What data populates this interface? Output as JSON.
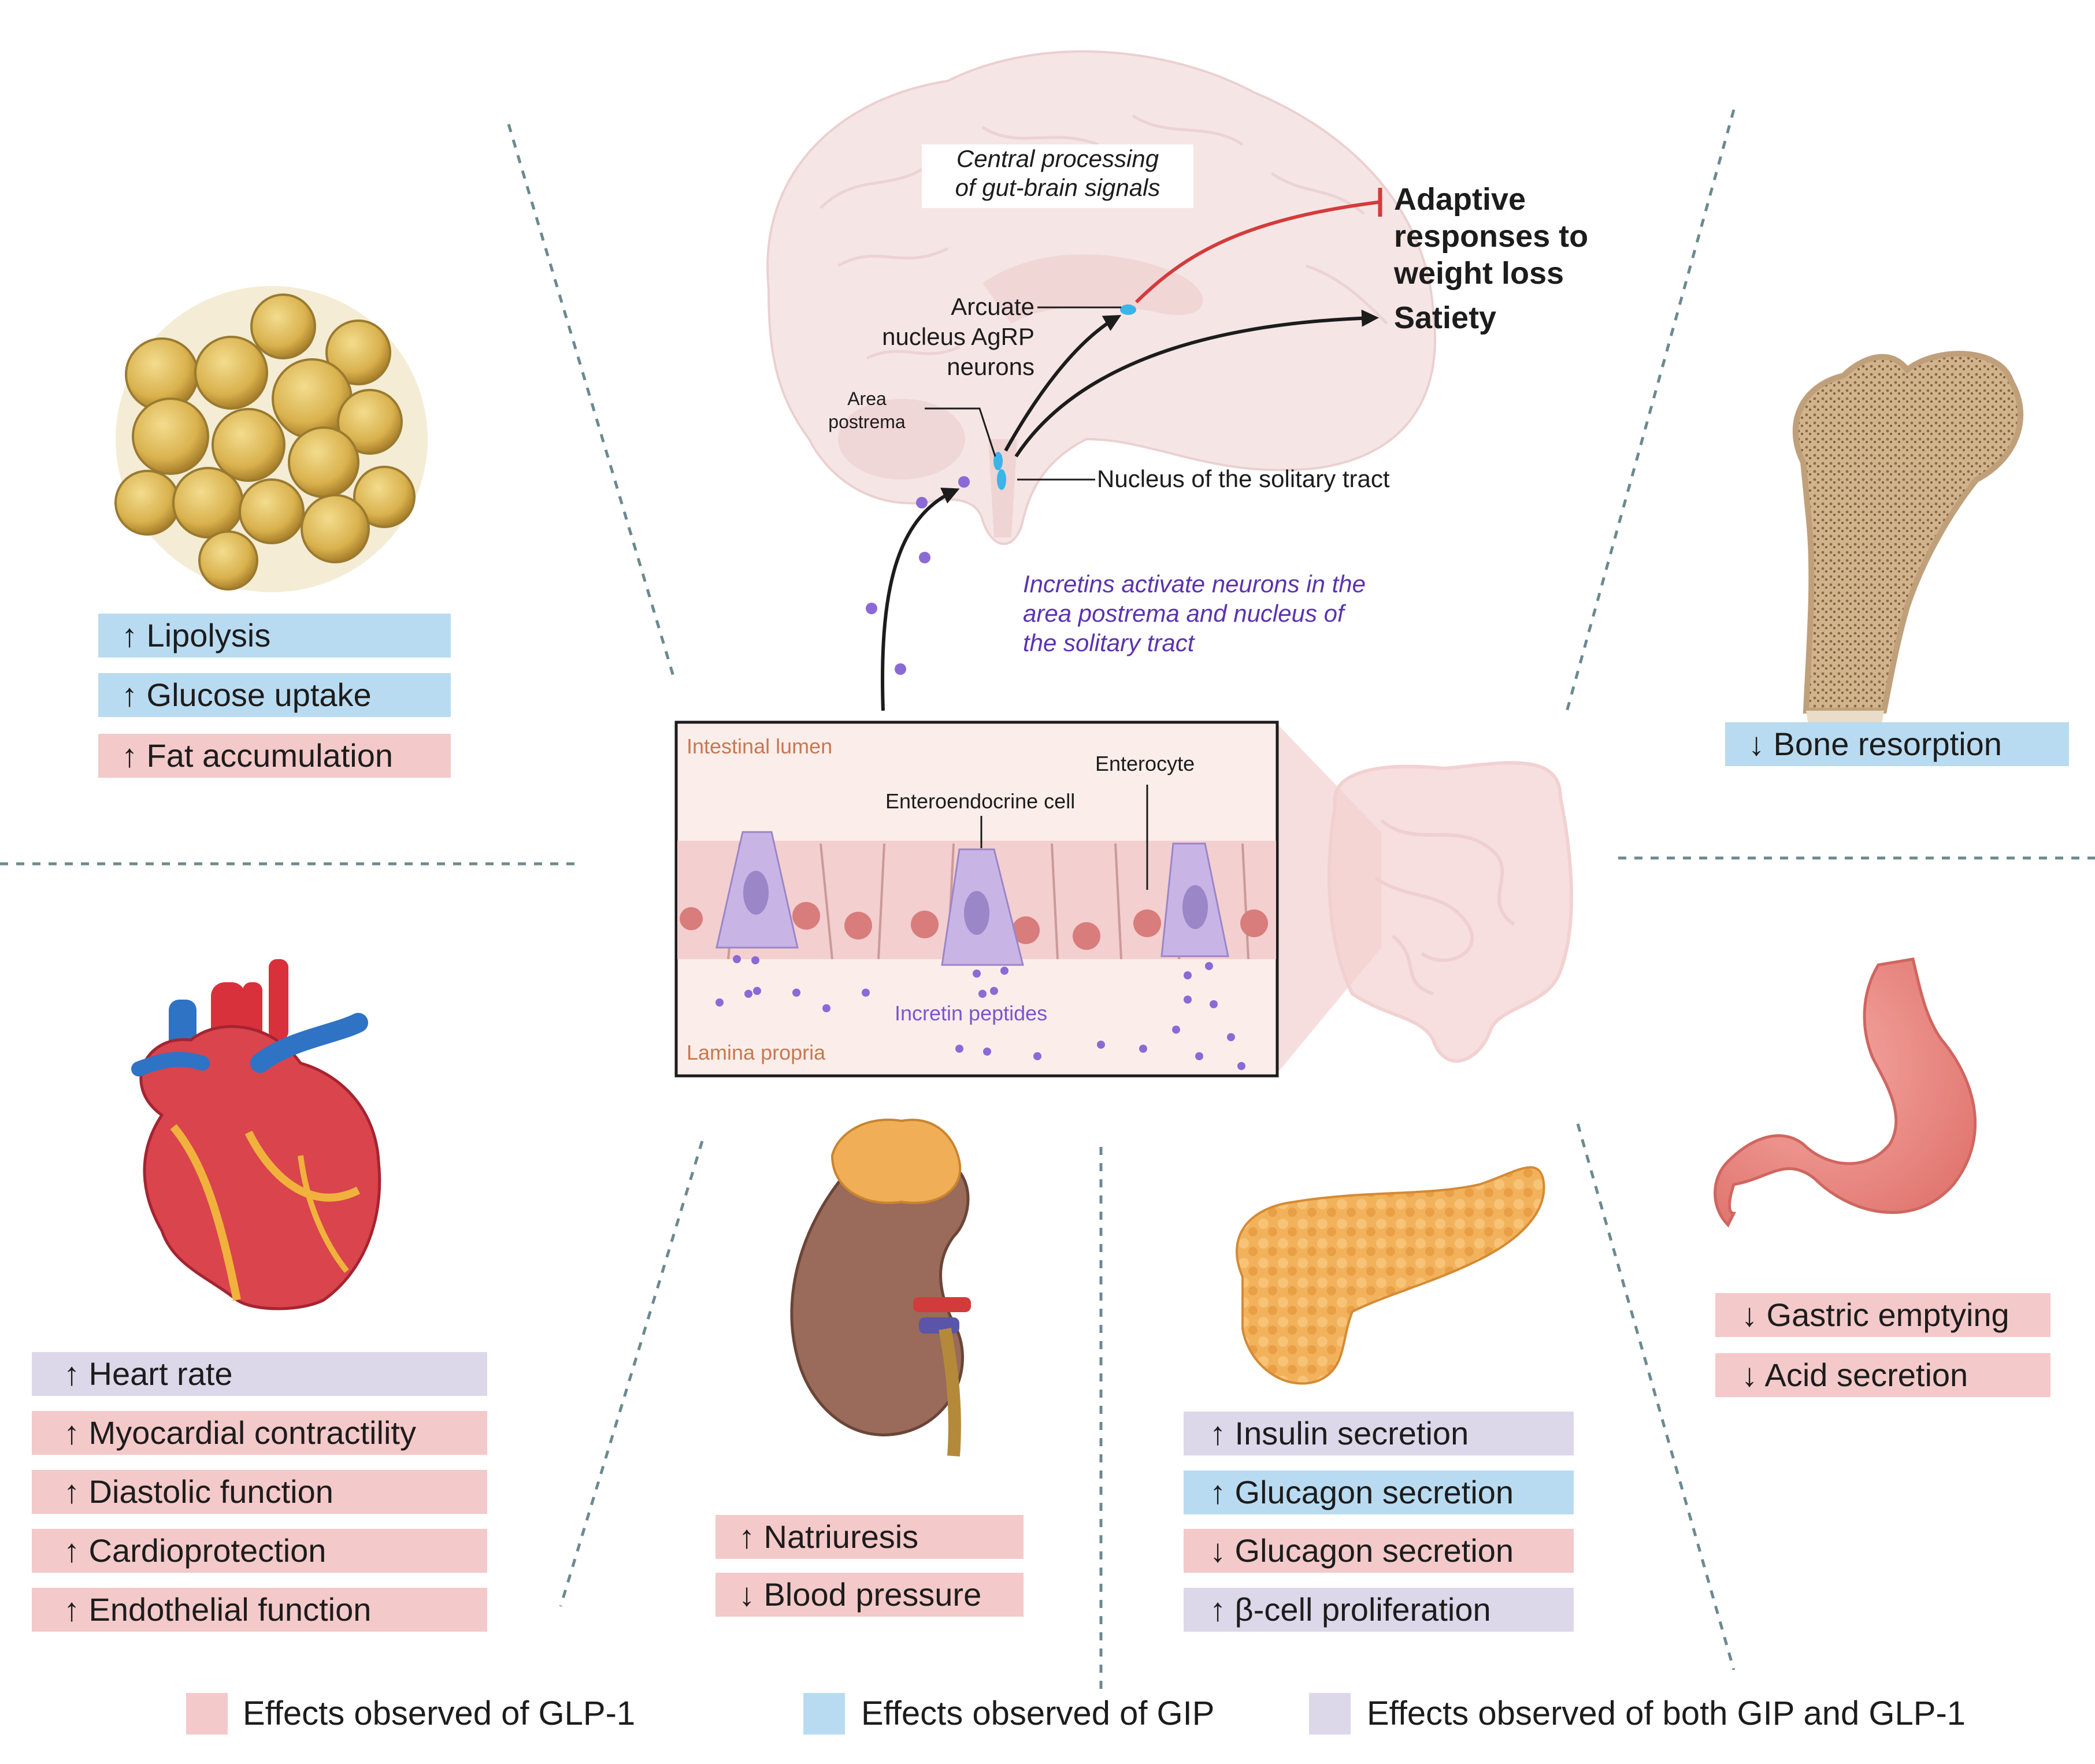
{
  "brain": {
    "central_processing_line1": "Central processing",
    "central_processing_line2": "of gut-brain signals",
    "arcuate_line1": "Arcuate",
    "arcuate_line2": "nucleus AgRP",
    "arcuate_line3": "neurons",
    "area_postrema_line1": "Area",
    "area_postrema_line2": "postrema",
    "nts": "Nucleus of the solitary tract",
    "adaptive_line1": "Adaptive",
    "adaptive_line2": "responses to",
    "adaptive_line3": "weight loss",
    "satiety": "Satiety",
    "incretins_line1": "Incretins activate neurons in the",
    "incretins_line2": "area postrema and nucleus of",
    "incretins_line3": "the solitary tract"
  },
  "gut": {
    "lumen": "Intestinal lumen",
    "enterocyte": "Enterocyte",
    "enteroendocrine": "Enteroendocrine cell",
    "incretin_peptides": "Incretin peptides",
    "lamina_propria": "Lamina propria"
  },
  "adipose": {
    "effects": [
      {
        "text": "↑ Lipolysis",
        "type": "gip"
      },
      {
        "text": "↑ Glucose uptake",
        "type": "gip"
      },
      {
        "text": "↑ Fat accumulation",
        "type": "glp1"
      }
    ]
  },
  "bone": {
    "effects": [
      {
        "text": "↓ Bone resorption",
        "type": "gip"
      }
    ]
  },
  "heart": {
    "effects": [
      {
        "text": "↑ Heart rate",
        "type": "both"
      },
      {
        "text": "↑ Myocardial contractility",
        "type": "glp1"
      },
      {
        "text": "↑ Diastolic function",
        "type": "glp1"
      },
      {
        "text": "↑ Cardioprotection",
        "type": "glp1"
      },
      {
        "text": "↑ Endothelial function",
        "type": "glp1"
      }
    ]
  },
  "kidney": {
    "effects": [
      {
        "text": "↑ Natriuresis",
        "type": "glp1"
      },
      {
        "text": "↓ Blood pressure",
        "type": "glp1"
      }
    ]
  },
  "pancreas": {
    "effects": [
      {
        "text": "↑ Insulin secretion",
        "type": "both"
      },
      {
        "text": "↑ Glucagon secretion",
        "type": "gip"
      },
      {
        "text": "↓ Glucagon secretion",
        "type": "glp1"
      },
      {
        "text": "↑ β-cell proliferation",
        "type": "both"
      }
    ]
  },
  "stomach": {
    "effects": [
      {
        "text": "↓ Gastric emptying",
        "type": "glp1"
      },
      {
        "text": "↓ Acid secretion",
        "type": "glp1"
      }
    ]
  },
  "legend": {
    "glp1": "Effects observed of GLP-1",
    "gip": "Effects observed of GIP",
    "both": "Effects observed of both GIP and GLP-1"
  },
  "colors": {
    "glp1": "#f4c9c9",
    "gip": "#b9dbf1",
    "both": "#dcd8ea",
    "incretin_text": "#5b33b0",
    "inhibit_line": "#d43b3b"
  }
}
